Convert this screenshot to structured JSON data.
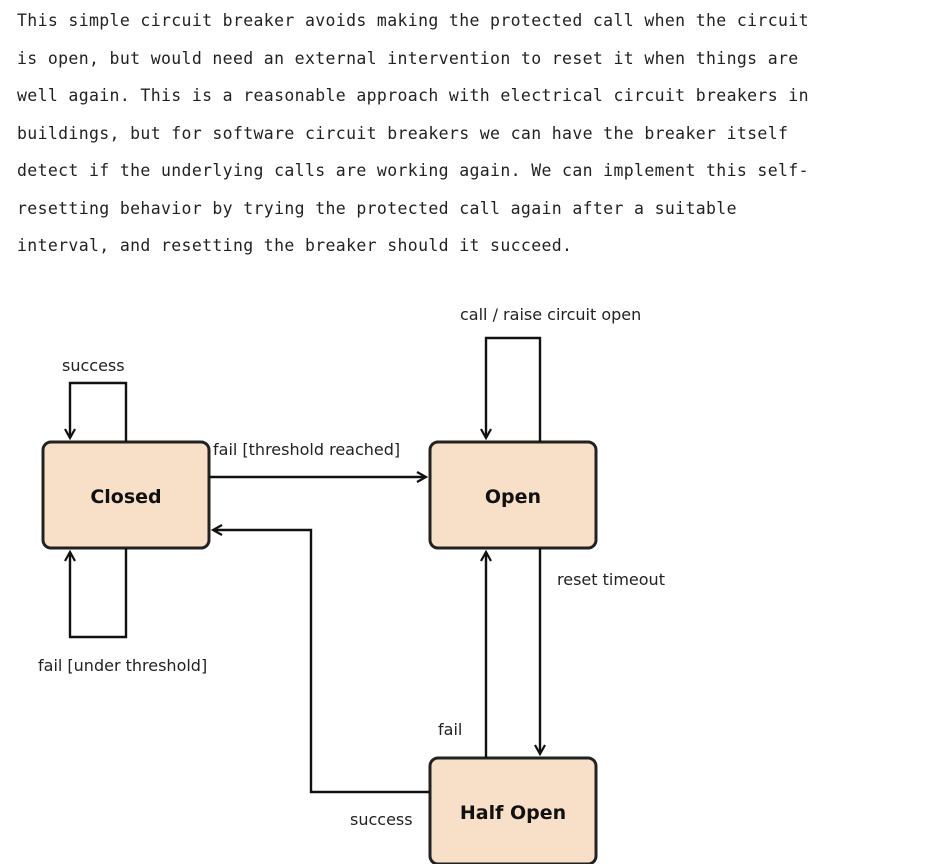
{
  "paragraph": {
    "lines": [
      "This simple circuit breaker avoids making the protected call when the circuit",
      "is open, but would need an external intervention to reset it when things are",
      "well again. This is a reasonable approach with electrical circuit breakers in",
      "buildings, but for software circuit breakers we can have the breaker itself",
      "detect if the underlying calls are working again. We can implement this self-",
      "resetting behavior by trying the protected call again after a suitable",
      "interval, and resetting the breaker should it succeed."
    ]
  },
  "diagram": {
    "colors": {
      "state_fill": "#f8dfc7",
      "state_border": "#222222",
      "edge": "#111111"
    },
    "states": {
      "closed": "Closed",
      "open": "Open",
      "half_open": "Half Open"
    },
    "transitions": {
      "closed_success_loop": "success",
      "closed_fail_under_threshold_loop": "fail [under threshold]",
      "closed_to_open": "fail [threshold reached]",
      "open_call_loop": "call / raise circuit open",
      "open_to_half_open": "reset timeout",
      "half_open_to_open": "fail",
      "half_open_to_closed": "success"
    }
  }
}
